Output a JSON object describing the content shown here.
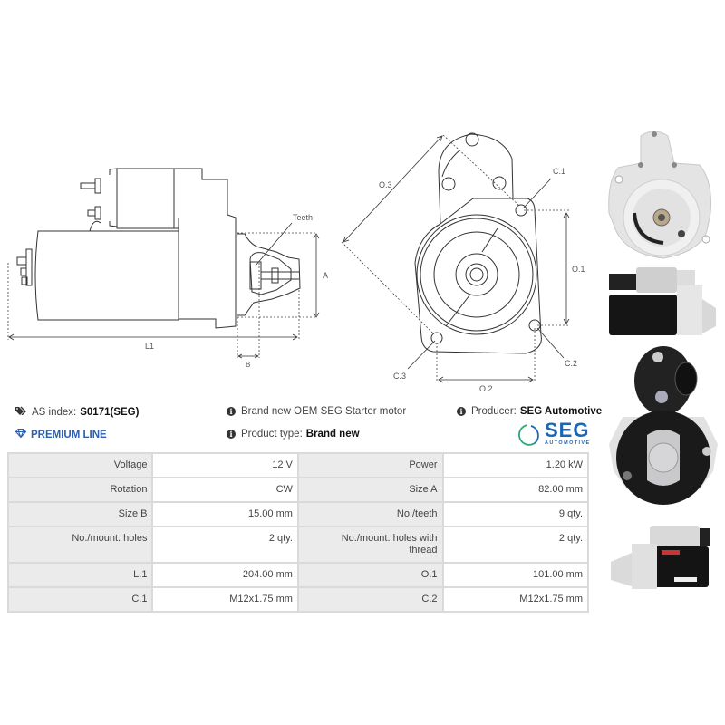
{
  "drawing_side": {
    "labels": {
      "teeth": "Teeth",
      "a": "A",
      "l1": "L1",
      "b": "B"
    }
  },
  "drawing_front": {
    "labels": {
      "o3": "O.3",
      "c1": "C.1",
      "o1": "O.1",
      "c2": "C.2",
      "c3": "C.3",
      "o2": "O.2"
    }
  },
  "info": {
    "as_index_label": "AS index:",
    "as_index_value": "S0171(SEG)",
    "premium_line": "PREMIUM LINE",
    "description": "Brand new OEM SEG Starter motor",
    "product_type_label": "Product type:",
    "product_type_value": "Brand new",
    "producer_label": "Producer:",
    "producer_value": "SEG Automotive",
    "icons": {
      "tag": "tag-icon",
      "diamond": "diamond-icon",
      "info": "info-icon"
    },
    "colors": {
      "premium": "#2b5fb3",
      "logo_blue": "#1b67b3",
      "logo_green": "#2aa876"
    }
  },
  "logo": {
    "word": "SEG",
    "sub": "AUTOMOTIVE"
  },
  "specs": {
    "rows": [
      {
        "k1": "Voltage",
        "v1": "12 V",
        "k2": "Power",
        "v2": "1.20 kW"
      },
      {
        "k1": "Rotation",
        "v1": "CW",
        "k2": "Size A",
        "v2": "82.00 mm"
      },
      {
        "k1": "Size B",
        "v1": "15.00 mm",
        "k2": "No./teeth",
        "v2": "9 qty."
      },
      {
        "k1": "No./mount. holes",
        "v1": "2 qty.",
        "k2": "No./mount. holes with thread",
        "v2": "2 qty."
      },
      {
        "k1": "L.1",
        "v1": "204.00 mm",
        "k2": "O.1",
        "v2": "101.00 mm"
      },
      {
        "k1": "C.1",
        "v1": "M12x1.75 mm",
        "k2": "C.2",
        "v2": "M12x1.75 mm"
      }
    ]
  },
  "photos": [
    {
      "name": "front-view-photo"
    },
    {
      "name": "side-view-photo"
    },
    {
      "name": "rear-view-photo"
    },
    {
      "name": "side-view-2-photo"
    }
  ]
}
